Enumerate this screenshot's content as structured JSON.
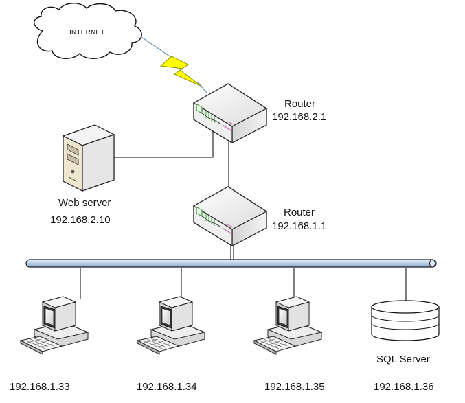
{
  "internet": {
    "label": "INTERNET"
  },
  "router_top": {
    "name": "Router",
    "ip": "192.168.2.1"
  },
  "router_bottom": {
    "name": "Router",
    "ip": "192.168.1.1"
  },
  "web_server": {
    "name": "Web server",
    "ip": "192.168.2.10"
  },
  "workstations": [
    {
      "ip": "192.168.1.33"
    },
    {
      "ip": "192.168.1.34"
    },
    {
      "ip": "192.168.1.35"
    }
  ],
  "sql_server": {
    "name": "SQL Server",
    "ip": "192.168.1.36"
  },
  "colors": {
    "bus_fill": "#c5d6e8",
    "bus_stroke": "#1b1b2e",
    "lightning": "#ffff00",
    "device_body": "#f2f2f2",
    "device_shadow": "#c9c9c9",
    "led_green": "#3aa63a",
    "led_pink": "#d070c0"
  },
  "icons": [
    "cloud-icon",
    "lightning-icon",
    "router-icon",
    "server-tower-icon",
    "workstation-icon",
    "database-icon"
  ]
}
